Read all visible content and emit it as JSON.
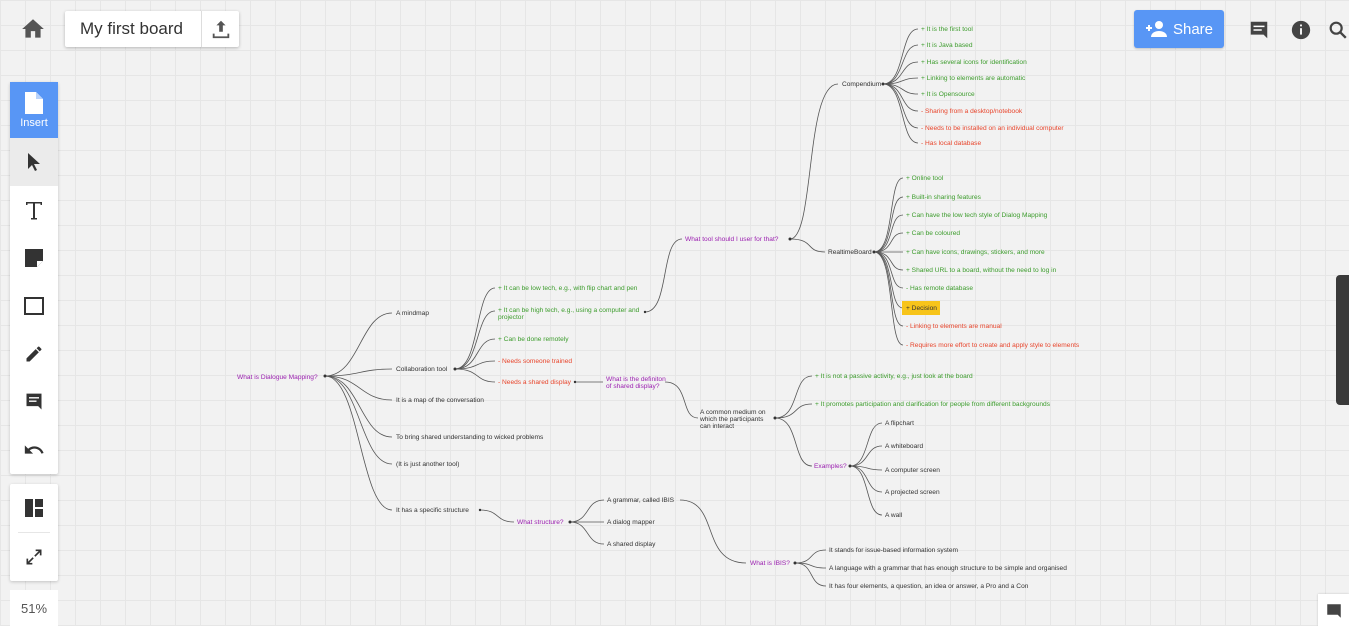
{
  "board": {
    "title": "My first board"
  },
  "share": {
    "label": "Share"
  },
  "toolbar": {
    "insert_label": "Insert"
  },
  "zoom": {
    "level": "51%"
  },
  "colors": {
    "accent": "#5896f5",
    "question": "#9b1fb0",
    "pro": "#3c9c2c",
    "con": "#e8452c",
    "decision_bg": "#f7c41a"
  },
  "nodes": {
    "root": "What is Dialogue Mapping?",
    "a_mindmap": "A mindmap",
    "collab": "Collaboration tool",
    "map_conv": "It is a map of the conversation",
    "bring": "To bring shared understanding to wicked problems",
    "another": "(It is just another tool)",
    "specific": "It has a specific structure",
    "lowtech": "+ It can be low tech, e.g., with flip chart and pen",
    "hightech1": "+ It can be high tech, e.g., using a computer and",
    "hightech2": "projector",
    "remotely": "+ Can be done remotely",
    "trained": "- Needs someone trained",
    "shareddisp": "- Needs a shared display",
    "whattool": "What tool should I user for that?",
    "compendium": "Compendium",
    "c1": "+ It is the first tool",
    "c2": "+ It is Java based",
    "c3": "+ Has several icons for identification",
    "c4": "+ Linking to elements are automatic",
    "c5": "+ It is Opensource",
    "c6": "- Sharing from a desktop/notebook",
    "c7": "- Needs to be installed on an individual computer",
    "c8": "- Has local database",
    "realtime": "RealtimeBoard",
    "r1": "+ Online tool",
    "r2": "+ Built-in sharing features",
    "r3": "+ Can have the low tech style of Dialog Mapping",
    "r4": "+ Can be coloured",
    "r5": "+ Can have icons, drawings, stickers, and more",
    "r6": "+ Shared URL to a board, without the need to log in",
    "r7": "- Has remote database",
    "r8": "+ Decision",
    "r9": "- Linking to elements are manual",
    "r10": "- Requires more effort to create and apply style to elements",
    "defq1": "What is the definiton",
    "defq2": "of shared display?",
    "common1": "A common medium on",
    "common2": "which the participants",
    "common3": "can interact",
    "passive": "+ It is not a passive activity, e.g., just look at the board",
    "promotes": "+ It promotes participation and clarification for people from different backgrounds",
    "examples": "Examples?",
    "e1": "A flipchart",
    "e2": "A whiteboard",
    "e3": "A computer screen",
    "e4": "A projected screen",
    "e5": "A wall",
    "whatstruct": "What structure?",
    "grammar": "A grammar, called IBIS",
    "mapper": "A dialog mapper",
    "display": "A shared display",
    "ibis": "What is IBIS?",
    "i1": "It stands for issue-based information system",
    "i2": "A language with a grammar that has enough structure to be simple and organised",
    "i3": "It has four elements, a question, an idea or answer, a Pro and a Con"
  }
}
